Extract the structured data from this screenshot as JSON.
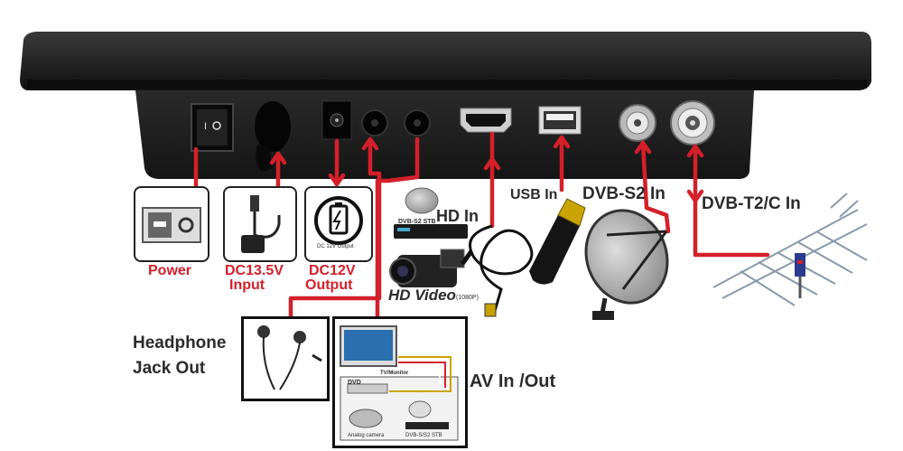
{
  "labels": {
    "power": "Power",
    "dc135_line1": "DC13.5V",
    "dc135_line2": "Input",
    "dc12_line1": "DC12V",
    "dc12_line2": "Output",
    "hd_in": "HD In",
    "usb_in": "USB In",
    "dvb_s2_in": "DVB-S2 In",
    "dvb_t2c_in": "DVB-T2/C In",
    "headphone_line1": "Headphone",
    "headphone_line2": "Jack Out",
    "av_in_out": "AV In /Out",
    "hd_video": "HD Video",
    "hd_video_res": "(1080P)",
    "dvb_s2_stb": "DVB-S2 STB",
    "dc12_output_icon": "DC 12V Output",
    "tv_monitor": "TV/Monitor",
    "dvd": "DVD",
    "analog_camera": "Analog camera",
    "dvb_s_s2_stb": "DVB-S/S2 STB"
  },
  "colors": {
    "accent_red": "#d4202a",
    "device_body": "#1c1c1c",
    "text_dark": "#2b2b2b"
  }
}
